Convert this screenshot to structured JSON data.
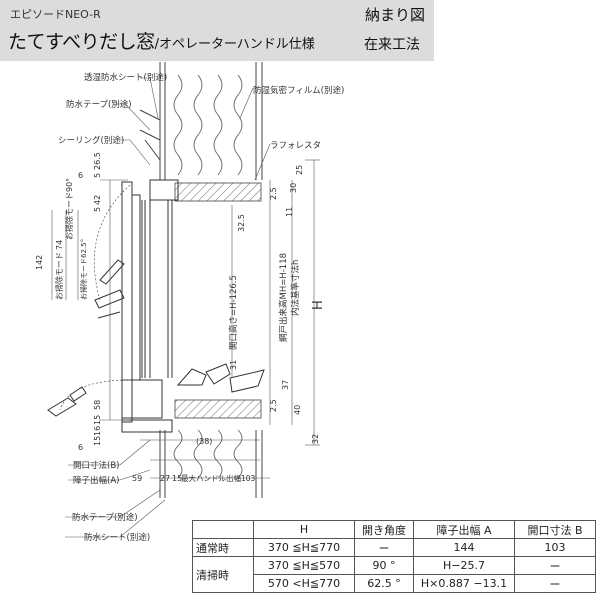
{
  "header": {
    "series": "エピソードNEO-R",
    "title_main": "たてすべりだし窓",
    "title_sub": "/オペレーターハンドル仕様",
    "fit_label": "納まり図",
    "method": "在来工法"
  },
  "labels": {
    "breathable_sheet": "透湿防水シート(別途)",
    "waterproof_tape_top": "防水テープ(別途)",
    "vapor_film": "防湿気密フィルム(別途)",
    "sealing": "シーリング(別途)",
    "rafolesta": "ラフォレスタ",
    "cleaning_mode_90": "お掃除モード90°",
    "cleaning_mode_625": "お掃除モード62.5°",
    "cleaning_mode": "お掃除モード",
    "opening_height": "開口高さ=H-126.5",
    "sash_height": "網戸出来高MH=H-118",
    "inner_std_h": "内法基準寸法h",
    "H": "H",
    "opening_dim_b": "開口寸法(B)",
    "muntin_projection": "障子出幅(A)",
    "max_handle": "最大ハンドル出幅103",
    "waterproof_tape_bottom": "防水テープ(別途)",
    "waterproof_sheet": "防水シート(別途)"
  },
  "dims": {
    "d6a": "6",
    "d5": "5",
    "d26_5": "26.5",
    "d42": "42",
    "d5b": "5",
    "d74": "74",
    "d142": "142",
    "d25": "25",
    "d30": "30",
    "d2_5a": "2.5",
    "d11": "11",
    "d32_5": "32.5",
    "d31": "31",
    "d37": "37",
    "d2_5b": "2.5",
    "d40": "40",
    "d32": "32",
    "d58": "58",
    "d15a": "15",
    "d16": "16",
    "d15b": "15",
    "d6b": "6",
    "d59": "59",
    "d27": "27",
    "d15c": "15",
    "d38": "(38)"
  },
  "table": {
    "headers": [
      "",
      "H",
      "開き角度",
      "障子出幅 A",
      "開口寸法 B"
    ],
    "rows": [
      {
        "label": "通常時",
        "h": "370 ≦H≦770",
        "angle": "ー",
        "a": "144",
        "b": "103"
      },
      {
        "label": "清掃時",
        "h": "370 ≦H≦570",
        "angle": "90 °",
        "a": "H−25.7",
        "b": "ー"
      },
      {
        "label": "",
        "h": "570 <H≦770",
        "angle": "62.5 °",
        "a": "H×0.887 −13.1",
        "b": "ー"
      }
    ]
  }
}
